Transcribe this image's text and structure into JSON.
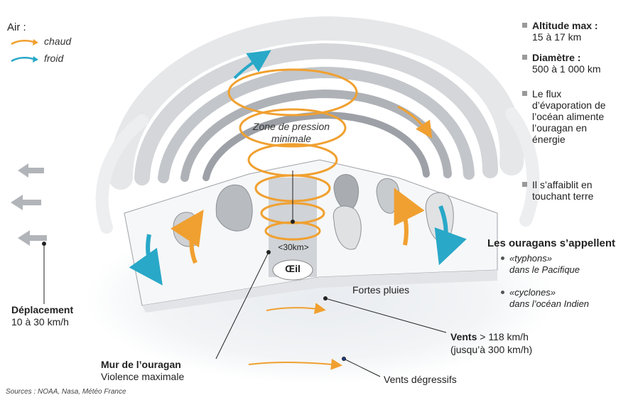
{
  "legend": {
    "title": "Air :",
    "items": [
      {
        "label": "chaud",
        "color": "#f0a030"
      },
      {
        "label": "froid",
        "color": "#29a8c8"
      }
    ]
  },
  "facts": [
    {
      "bold": "Altitude max :",
      "text": "15 à 17 km"
    },
    {
      "bold": "Diamètre :",
      "text": "500 à 1 000 km"
    },
    {
      "bold": "",
      "text": "Le flux d’évaporation de l’océan alimente l’ouragan en énergie"
    },
    {
      "bold": "",
      "text": "Il s’affaiblit en touchant terre"
    }
  ],
  "names": {
    "title": "Les ouragans s’appellent",
    "items": [
      {
        "name": "«typhons»",
        "where": "dans le Pacifique"
      },
      {
        "name": "«cyclones»",
        "where": "dans l’océan Indien"
      }
    ]
  },
  "labels": {
    "pressure_zone": "Zone de pression minimale",
    "eye_width": "<30km>",
    "eye": "Œil",
    "rains": "Fortes pluies",
    "winds_bold": "Vents",
    "winds_value": "> 118 km/h",
    "winds_max": "(jusqu’à 300 km/h)",
    "wall_title": "Mur de l’ouragan",
    "wall_sub": "Violence maximale",
    "decreasing_winds": "Vents dégressifs",
    "movement_title": "Déplacement",
    "movement_value": "10 à 30 km/h",
    "sources": "Sources : NOAA, Nasa, Météo France"
  }
}
